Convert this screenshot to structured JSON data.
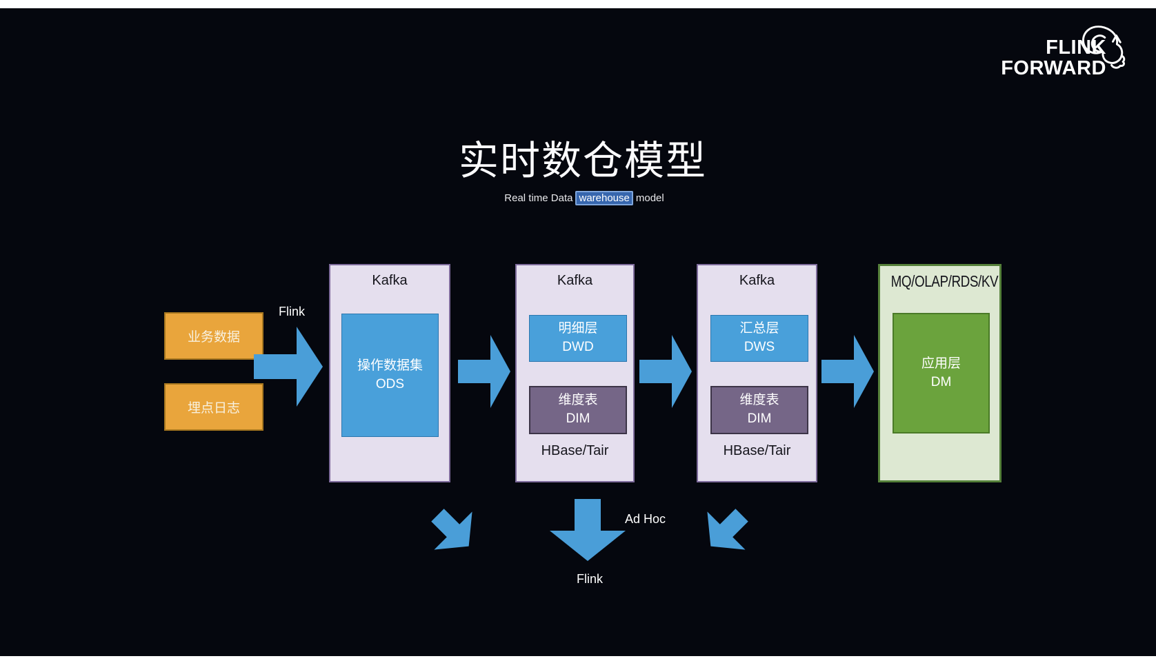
{
  "logo": {
    "line1": "FLINK",
    "line2": "FORWARD"
  },
  "title": "实时数仓模型",
  "subtitle": {
    "prefix": "Real time Data",
    "highlighted": "warehouse",
    "suffix": "model"
  },
  "diagram": {
    "sources": [
      {
        "label": "业务数据"
      },
      {
        "label": "埋点日志"
      }
    ],
    "ingest_label": "Flink",
    "stages": [
      {
        "header": "Kafka",
        "blocks": [
          {
            "name_cn": "操作数据集",
            "name_en": "ODS"
          }
        ]
      },
      {
        "header": "Kafka",
        "footer": "HBase/Tair",
        "blocks": [
          {
            "name_cn": "明细层",
            "name_en": "DWD"
          },
          {
            "name_cn": "维度表",
            "name_en": "DIM"
          }
        ]
      },
      {
        "header": "Kafka",
        "footer": "HBase/Tair",
        "blocks": [
          {
            "name_cn": "汇总层",
            "name_en": "DWS"
          },
          {
            "name_cn": "维度表",
            "name_en": "DIM"
          }
        ]
      },
      {
        "header": "MQ/OLAP/RDS/KV",
        "blocks": [
          {
            "name_cn": "应用层",
            "name_en": "DM"
          }
        ]
      }
    ],
    "adhoc_label": "Ad Hoc",
    "query_engine_label": "Flink"
  },
  "colors": {
    "page_margin": "#ffffff",
    "slide_background": "#05070e",
    "arrow_blue": "#4a9ed8",
    "blue_block": "#49a0da",
    "blue_block_border": "#2b76ae",
    "lavender_container": "#e5dfee",
    "lavender_border": "#7e6b9b",
    "purple_block": "#756687",
    "orange_block": "#e9a53c",
    "green_container": "#dde8d2",
    "green_container_border": "#55803a",
    "green_block": "#6ba33d",
    "highlight_fill": "#3766ae",
    "highlight_border": "#7fa6dc",
    "dark_text": "#15151c",
    "light_text": "#ffffff"
  }
}
